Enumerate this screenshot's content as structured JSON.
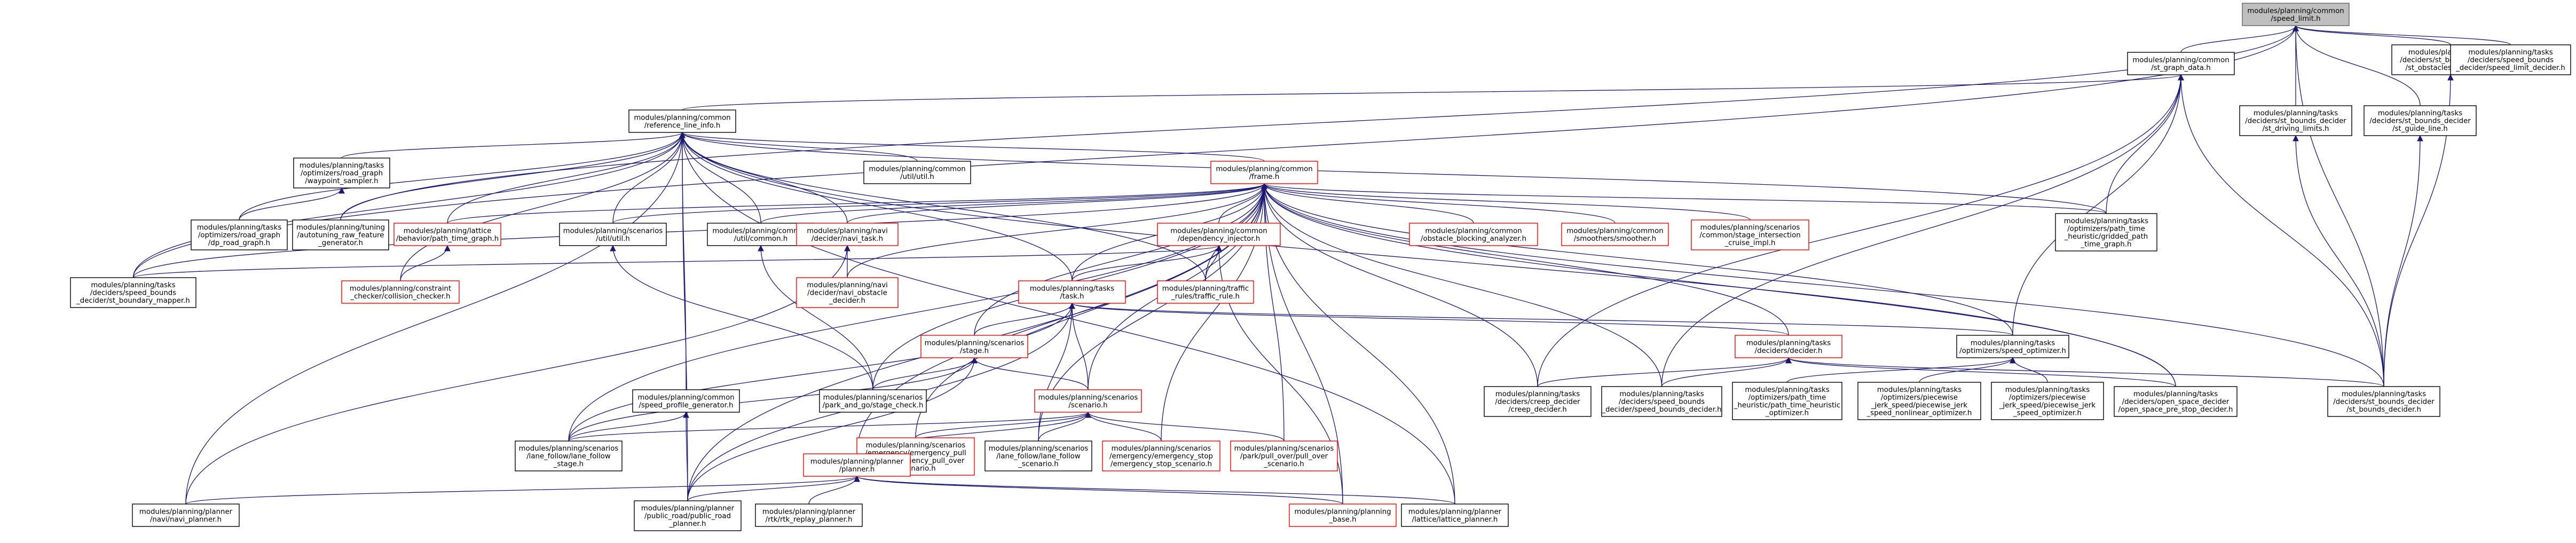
{
  "graph": {
    "nodes": [
      {
        "id": "speed_limit",
        "lines": [
          "modules/planning/common",
          "/speed_limit.h"
        ],
        "root": true
      },
      {
        "id": "st_graph_data",
        "lines": [
          "modules/planning/common",
          "/st_graph_data.h"
        ]
      },
      {
        "id": "st_obstacles_processor",
        "lines": [
          "modules/planning/tasks",
          "/deciders/st_bounds_decider",
          "/st_obstacles_processor.h"
        ]
      },
      {
        "id": "speed_limit_decider",
        "lines": [
          "modules/planning/tasks",
          "/deciders/speed_bounds",
          "_decider/speed_limit_decider.h"
        ]
      },
      {
        "id": "ref_line_info",
        "lines": [
          "modules/planning/common",
          "/reference_line_info.h"
        ]
      },
      {
        "id": "st_driving_limits",
        "lines": [
          "modules/planning/tasks",
          "/deciders/st_bounds_decider",
          "/st_driving_limits.h"
        ]
      },
      {
        "id": "st_guide_line",
        "lines": [
          "modules/planning/tasks",
          "/deciders/st_bounds_decider",
          "/st_guide_line.h"
        ]
      },
      {
        "id": "util_h",
        "lines": [
          "modules/planning/common",
          "/util/util.h"
        ]
      },
      {
        "id": "frame",
        "lines": [
          "modules/planning/common",
          "/frame.h"
        ],
        "red": true
      },
      {
        "id": "waypoint_sampler",
        "lines": [
          "modules/planning/tasks",
          "/optimizers/road_graph",
          "/waypoint_sampler.h"
        ]
      },
      {
        "id": "dp_road_graph",
        "lines": [
          "modules/planning/tasks",
          "/optimizers/road_graph",
          "/dp_road_graph.h"
        ]
      },
      {
        "id": "autotuning",
        "lines": [
          "modules/planning/tuning",
          "/autotuning_raw_feature",
          "_generator.h"
        ]
      },
      {
        "id": "path_time_graph",
        "lines": [
          "modules/planning/lattice",
          "/behavior/path_time_graph.h"
        ],
        "red": true
      },
      {
        "id": "scen_util",
        "lines": [
          "modules/planning/scenarios",
          "/util/util.h"
        ]
      },
      {
        "id": "common_util",
        "lines": [
          "modules/planning/common",
          "/util/common.h"
        ]
      },
      {
        "id": "navi_task",
        "lines": [
          "modules/planning/navi",
          "/decider/navi_task.h"
        ],
        "red": true
      },
      {
        "id": "dep_injector",
        "lines": [
          "modules/planning/common",
          "/dependency_injector.h"
        ],
        "red": true
      },
      {
        "id": "obs_blocking",
        "lines": [
          "modules/planning/common",
          "/obstacle_blocking_analyzer.h"
        ],
        "red": true
      },
      {
        "id": "smoother",
        "lines": [
          "modules/planning/common",
          "/smoothers/smoother.h"
        ],
        "red": true
      },
      {
        "id": "stage_intersection",
        "lines": [
          "modules/planning/scenarios",
          "/common/stage_intersection",
          "_cruise_impl.h"
        ],
        "red": true
      },
      {
        "id": "gridded_path",
        "lines": [
          "modules/planning/tasks",
          "/optimizers/path_time",
          "_heuristic/gridded_path",
          "_time_graph.h"
        ]
      },
      {
        "id": "st_boundary_mapper",
        "lines": [
          "modules/planning/tasks",
          "/deciders/speed_bounds",
          "_decider/st_boundary_mapper.h"
        ]
      },
      {
        "id": "collision_checker",
        "lines": [
          "modules/planning/constraint",
          "_checker/collision_checker.h"
        ],
        "red": true
      },
      {
        "id": "navi_obstacle",
        "lines": [
          "modules/planning/navi",
          "/decider/navi_obstacle",
          "_decider.h"
        ],
        "red": true
      },
      {
        "id": "task",
        "lines": [
          "modules/planning/tasks",
          "/task.h"
        ],
        "red": true
      },
      {
        "id": "traffic_rule",
        "lines": [
          "modules/planning/traffic",
          "_rules/traffic_rule.h"
        ],
        "red": true
      },
      {
        "id": "stage",
        "lines": [
          "modules/planning/scenarios",
          "/stage.h"
        ],
        "red": true
      },
      {
        "id": "decider",
        "lines": [
          "modules/planning/tasks",
          "/deciders/decider.h"
        ],
        "red": true
      },
      {
        "id": "speed_optimizer",
        "lines": [
          "modules/planning/tasks",
          "/optimizers/speed_optimizer.h"
        ]
      },
      {
        "id": "speed_profile_gen",
        "lines": [
          "modules/planning/common",
          "/speed_profile_generator.h"
        ]
      },
      {
        "id": "park_and_go",
        "lines": [
          "modules/planning/scenarios",
          "/park_and_go/stage_check.h"
        ]
      },
      {
        "id": "scenario",
        "lines": [
          "modules/planning/scenarios",
          "/scenario.h"
        ],
        "red": true
      },
      {
        "id": "creep_decider",
        "lines": [
          "modules/planning/tasks",
          "/deciders/creep_decider",
          "/creep_decider.h"
        ]
      },
      {
        "id": "speed_bounds_decider",
        "lines": [
          "modules/planning/tasks",
          "/deciders/speed_bounds",
          "_decider/speed_bounds_decider.h"
        ]
      },
      {
        "id": "path_time_heuristic_opt",
        "lines": [
          "modules/planning/tasks",
          "/optimizers/path_time",
          "_heuristic/path_time_heuristic",
          "_optimizer.h"
        ]
      },
      {
        "id": "piecewise_nonlinear",
        "lines": [
          "modules/planning/tasks",
          "/optimizers/piecewise",
          "_jerk_speed/piecewise_jerk",
          "_speed_nonlinear_optimizer.h"
        ]
      },
      {
        "id": "piecewise_speed",
        "lines": [
          "modules/planning/tasks",
          "/optimizers/piecewise",
          "_jerk_speed/piecewise_jerk",
          "_speed_optimizer.h"
        ]
      },
      {
        "id": "open_space_pre_stop",
        "lines": [
          "modules/planning/tasks",
          "/deciders/open_space_decider",
          "/open_space_pre_stop_decider.h"
        ]
      },
      {
        "id": "st_bounds_decider",
        "lines": [
          "modules/planning/tasks",
          "/deciders/st_bounds_decider",
          "/st_bounds_decider.h"
        ]
      },
      {
        "id": "lane_follow_stage",
        "lines": [
          "modules/planning/scenarios",
          "/lane_follow/lane_follow",
          "_stage.h"
        ]
      },
      {
        "id": "emergency_pull_over",
        "lines": [
          "modules/planning/scenarios",
          "/emergency/emergency_pull",
          "_over/emergency_pull_over",
          "_scenario.h"
        ],
        "red": true
      },
      {
        "id": "lane_follow_scenario",
        "lines": [
          "modules/planning/scenarios",
          "/lane_follow/lane_follow",
          "_scenario.h"
        ]
      },
      {
        "id": "emergency_stop",
        "lines": [
          "modules/planning/scenarios",
          "/emergency/emergency_stop",
          "/emergency_stop_scenario.h"
        ],
        "red": true
      },
      {
        "id": "pull_over",
        "lines": [
          "modules/planning/scenarios",
          "/park/pull_over/pull_over",
          "_scenario.h"
        ],
        "red": true
      },
      {
        "id": "planner",
        "lines": [
          "modules/planning/planner",
          "/planner.h"
        ],
        "red": true
      },
      {
        "id": "navi_planner",
        "lines": [
          "modules/planning/planner",
          "/navi/navi_planner.h"
        ]
      },
      {
        "id": "public_road",
        "lines": [
          "modules/planning/planner",
          "/public_road/public_road",
          "_planner.h"
        ]
      },
      {
        "id": "rtk_replay",
        "lines": [
          "modules/planning/planner",
          "/rtk/rtk_replay_planner.h"
        ]
      },
      {
        "id": "planning_base",
        "lines": [
          "modules/planning/planning",
          "_base.h"
        ],
        "red": true
      },
      {
        "id": "lattice_planner",
        "lines": [
          "modules/planning/planner",
          "/lattice/lattice_planner.h"
        ]
      }
    ],
    "colors": {
      "edge": "#191970",
      "red_border": "#ff0000",
      "root_fill": "#bfbfbf",
      "background": "#ffffff"
    }
  }
}
